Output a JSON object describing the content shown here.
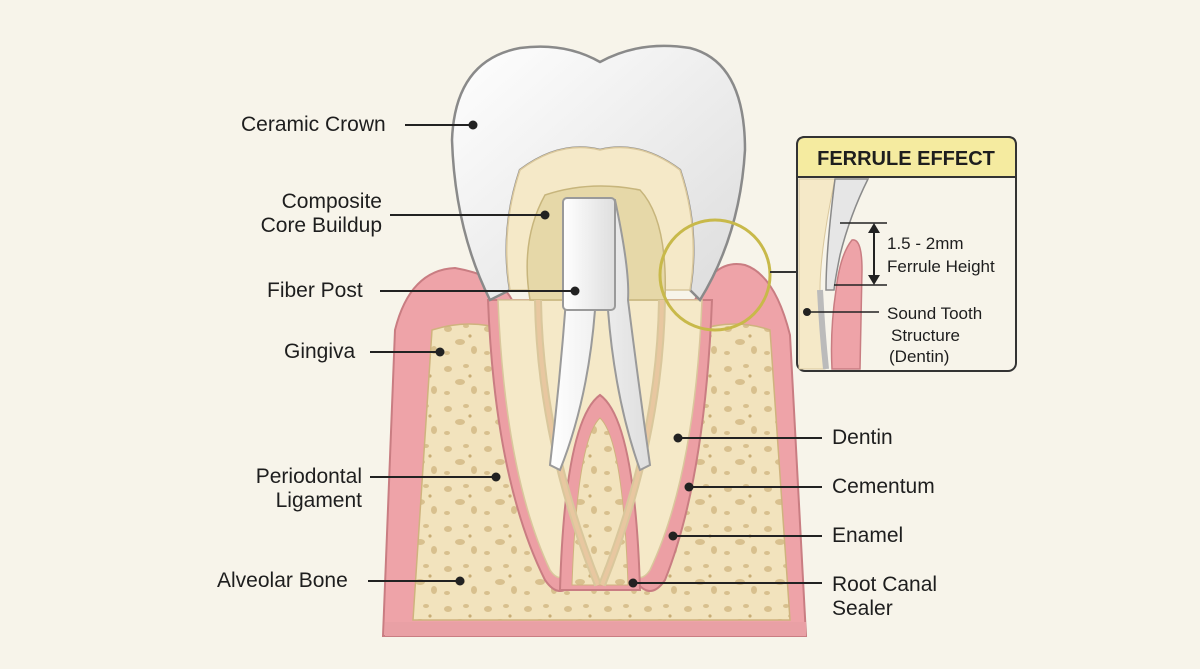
{
  "labels": {
    "ceramic_crown": "Ceramic Crown",
    "composite_core_line1": "Composite",
    "composite_core_line2": "Core Buildup",
    "fiber_post": "Fiber Post",
    "gingiva": "Gingiva",
    "periodontal_line1": "Periodontal",
    "periodontal_line2": "Ligament",
    "alveolar_bone": "Alveolar Bone",
    "dentin": "Dentin",
    "cementum": "Cementum",
    "enamel": "Enamel",
    "root_canal_line1": "Root Canal",
    "root_canal_line2": "Sealer"
  },
  "inset": {
    "title": "FERRULE EFFECT",
    "height_line1": "1.5 - 2mm",
    "height_line2": "Ferrule Height",
    "sound_line1": "Sound Tooth",
    "sound_line2": "Structure",
    "sound_line3": "(Dentin)"
  },
  "colors": {
    "background": "#f7f4ea",
    "gingiva": "#eea3a8",
    "bone": "#f2e3bd",
    "dentin": "#f5e9c8",
    "crown": "#eeeeee",
    "post": "#f5f5f5",
    "core": "#e6d8a8",
    "highlight_circle": "#c8b94a",
    "inset_header": "#f5eba0"
  }
}
